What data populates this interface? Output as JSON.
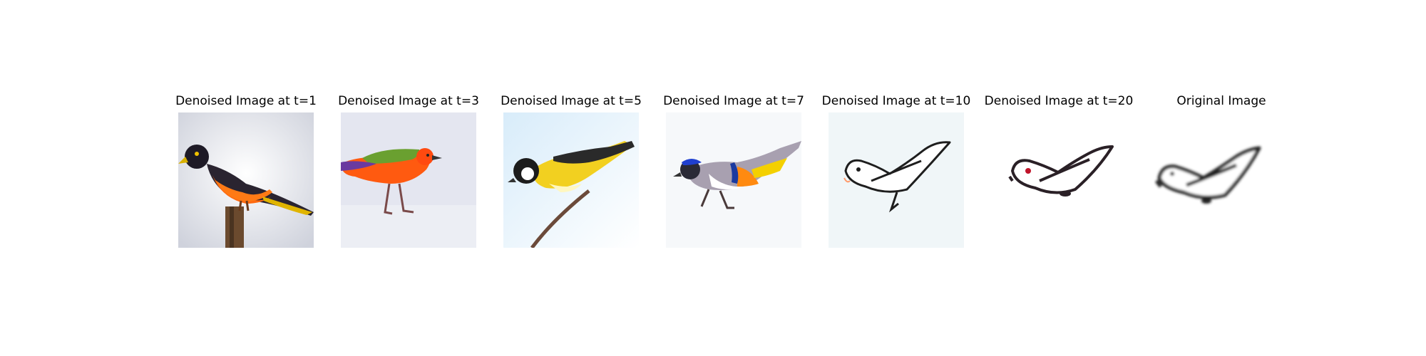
{
  "panels": [
    {
      "title": "Denoised Image at t=1",
      "image": "orange-black-bird-on-stump"
    },
    {
      "title": "Denoised Image at t=3",
      "image": "orange-bird-with-green-back"
    },
    {
      "title": "Denoised Image at t=5",
      "image": "yellow-black-white-tit-on-branch"
    },
    {
      "title": "Denoised Image at t=7",
      "image": "blue-headed-multicolor-bird"
    },
    {
      "title": "Denoised Image at t=10",
      "image": "bird-line-sketch"
    },
    {
      "title": "Denoised Image at t=20",
      "image": "bird-line-sketch-red-eye"
    },
    {
      "title": "Original Image",
      "image": "blurry-bird-doodle"
    }
  ]
}
